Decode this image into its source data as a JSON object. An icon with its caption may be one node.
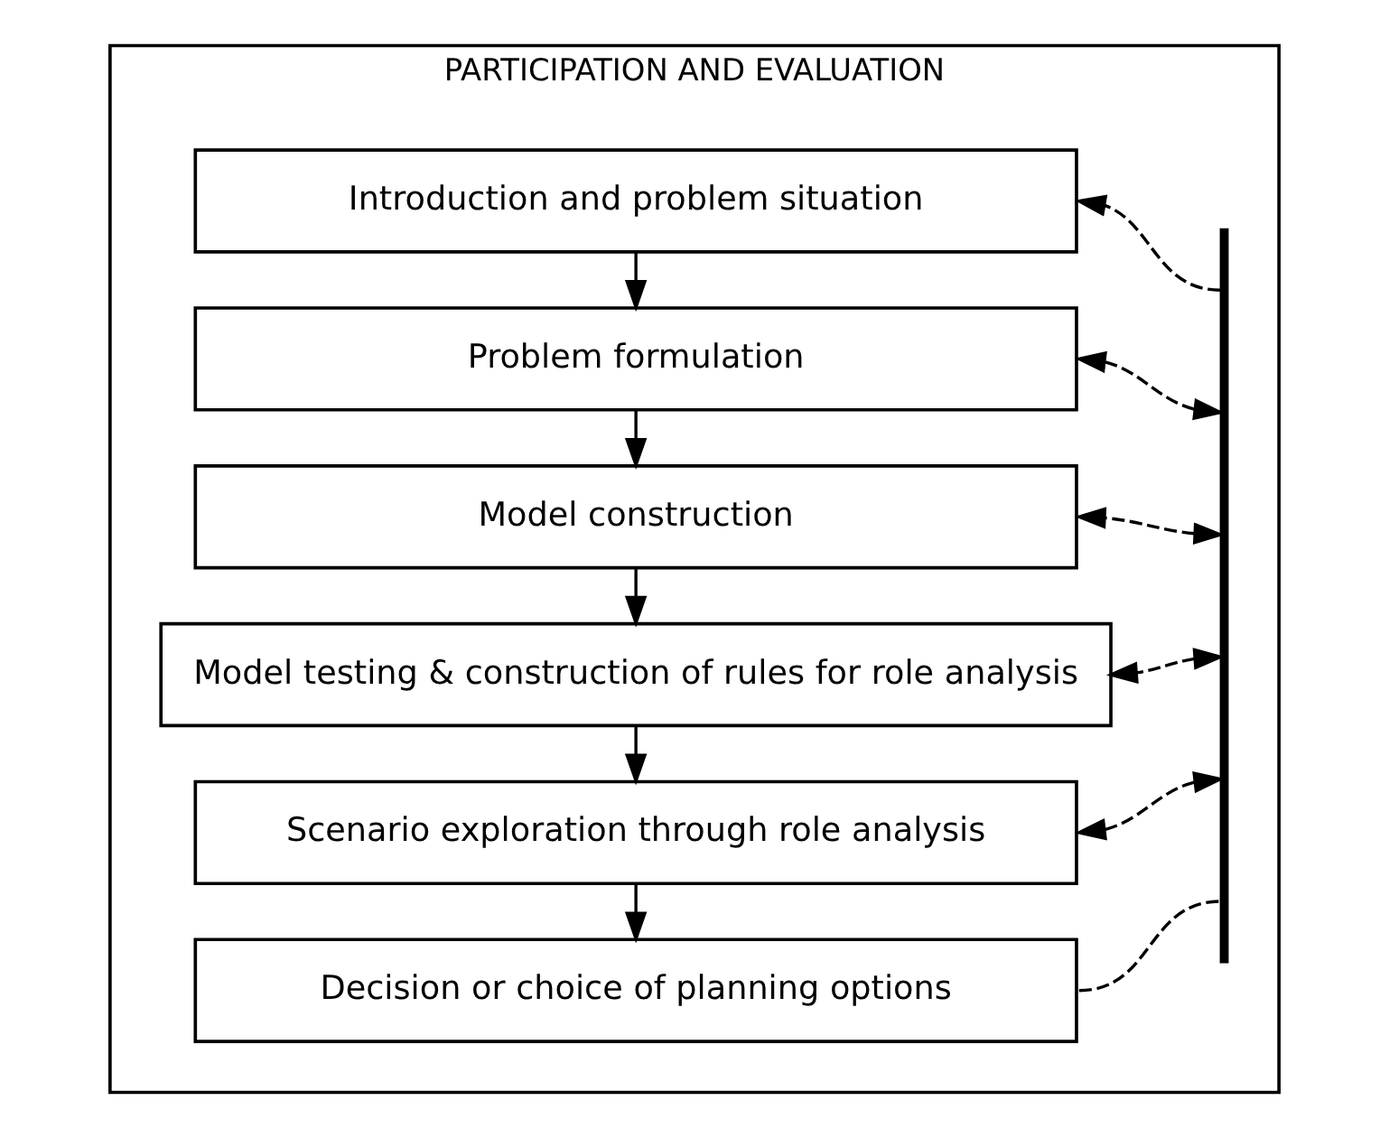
{
  "diagram": {
    "nodes": [
      {
        "text": [
          "PARTICIPATION AND EVALUATION"
        ]
      },
      {
        "text": [
          "Introduction and problem situation"
        ],
        "in": 0
      },
      {
        "text": [
          "Problem formulation"
        ],
        "in": 0
      },
      {
        "text": [
          "Model construction"
        ],
        "in": 0
      },
      {
        "text": [
          "Model testing & construction of rules for role analysis"
        ],
        "in": 0
      },
      {
        "text": [
          "Scenario exploration through role analysis"
        ],
        "in": 0
      },
      {
        "text": [
          "Decision or choice of planning options"
        ],
        "in": 0
      },
      {
        "text": [],
        "shape": "bar",
        "in": 0
      }
    ],
    "edges": [
      {
        "from": 1,
        "to": 2,
        "arrow": "to"
      },
      {
        "from": 2,
        "to": 3,
        "arrow": "to"
      },
      {
        "from": 3,
        "to": 4,
        "arrow": "to"
      },
      {
        "from": 4,
        "to": 5,
        "arrow": "to"
      },
      {
        "from": 5,
        "to": 6,
        "arrow": "to"
      },
      {
        "from": 6,
        "to": 7,
        "arrow": "none",
        "style": "dashed"
      },
      {
        "from": 7,
        "to": 1,
        "arrow": "to",
        "style": "dashed"
      },
      {
        "from": 7,
        "to": 2,
        "arrow": "both",
        "style": "dashed"
      },
      {
        "from": 7,
        "to": 3,
        "arrow": "both",
        "style": "dashed"
      },
      {
        "from": 7,
        "to": 4,
        "arrow": "both",
        "style": "dashed"
      },
      {
        "from": 7,
        "to": 5,
        "arrow": "both",
        "style": "dashed"
      }
    ]
  }
}
